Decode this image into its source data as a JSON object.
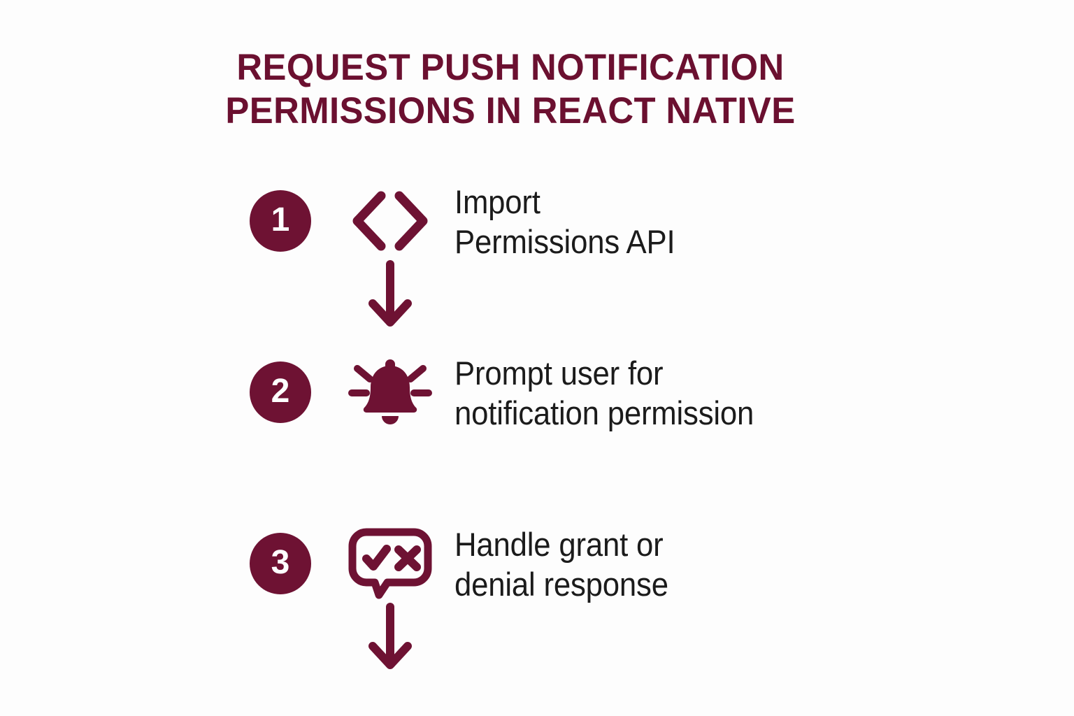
{
  "theme": {
    "background": "#fdfdfd",
    "accent": "#6e1233",
    "title_color": "#6b1030",
    "text_color": "#1b1b1b",
    "badge_text_color": "#ffffff"
  },
  "title": {
    "line1": "REQUEST PUSH NOTIFICATION",
    "line2": "PERMISSIONS IN REACT NATIVE",
    "full": "REQUEST PUSH NOTIFICATION PERMISSIONS IN REACT NATIVE"
  },
  "steps": [
    {
      "number": "1",
      "icon": "code-brackets-icon",
      "line1": "Import",
      "line2": "Permissions API"
    },
    {
      "number": "2",
      "icon": "bell-ringing-icon",
      "line1": "Prompt user for",
      "line2": "notification permission"
    },
    {
      "number": "3",
      "icon": "speech-bubble-check-cross-icon",
      "line1": "Handle grant or",
      "line2": "denial response"
    }
  ],
  "connectors": [
    {
      "name": "arrow-down-1",
      "direction": "down"
    },
    {
      "name": "arrow-down-2",
      "direction": "down"
    }
  ]
}
